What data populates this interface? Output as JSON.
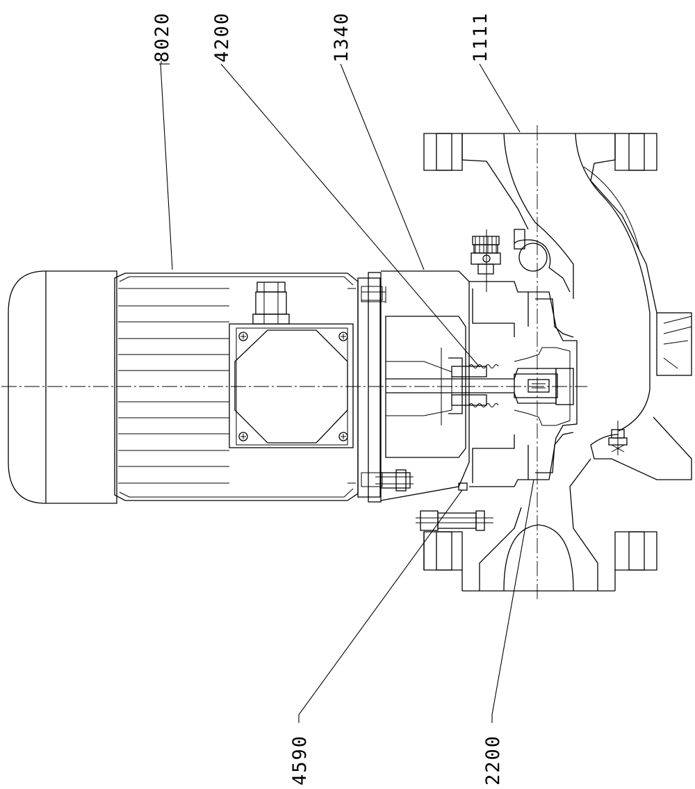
{
  "drawing": {
    "type": "cross-section assembly drawing",
    "callouts": [
      {
        "id": "8020"
      },
      {
        "id": "4200"
      },
      {
        "id": "1340"
      },
      {
        "id": "1111"
      },
      {
        "id": "4590"
      },
      {
        "id": "2200"
      }
    ]
  }
}
